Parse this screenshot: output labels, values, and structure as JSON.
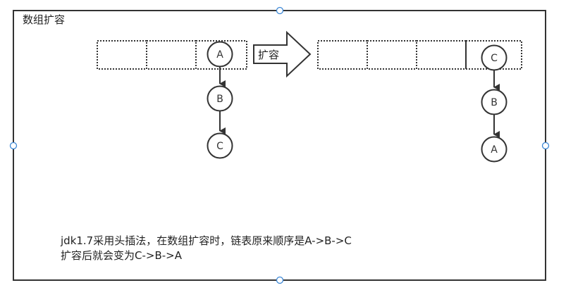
{
  "frame": {
    "title": "数组扩容"
  },
  "arrow": {
    "label": "扩容"
  },
  "before": {
    "cells": 3,
    "chain": [
      "A",
      "B",
      "C"
    ]
  },
  "after": {
    "cells": 4,
    "chain": [
      "C",
      "B",
      "A"
    ]
  },
  "caption": {
    "line1": "jdk1.7采用头插法，在数组扩容时，链表原来顺序是A->B->C",
    "line2": "扩容后就会变为C->B->A"
  },
  "colors": {
    "stroke": "#333333",
    "handle": "#3b87d6",
    "background": "#ffffff"
  }
}
